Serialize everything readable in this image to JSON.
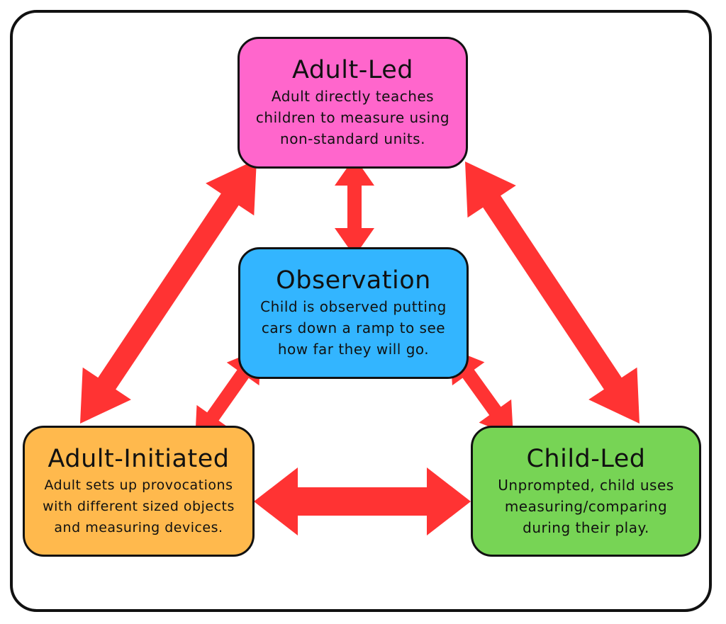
{
  "colors": {
    "arrow": "#ff3333",
    "adult_led": "#ff66cc",
    "observation": "#33b5ff",
    "adult_initiated": "#ffb94d",
    "child_led": "#77d455",
    "border": "#111111"
  },
  "nodes": {
    "adult_led": {
      "title": "Adult-Led",
      "text": "Adult directly teaches\nchildren to measure using\nnon-standard units."
    },
    "observation": {
      "title": "Observation",
      "text": "Child is observed putting\ncars down a ramp to see\nhow far they will go."
    },
    "adult_initiated": {
      "title": "Adult-Initiated",
      "text": "Adult sets up provocations\nwith different sized objects\nand measuring devices."
    },
    "child_led": {
      "title": "Child-Led",
      "text": "Unprompted, child uses\nmeasuring/comparing\nduring their play."
    }
  },
  "connections": [
    {
      "from": "adult_led",
      "to": "observation",
      "type": "double-arrow"
    },
    {
      "from": "adult_led",
      "to": "adult_initiated",
      "type": "double-arrow"
    },
    {
      "from": "adult_led",
      "to": "child_led",
      "type": "double-arrow"
    },
    {
      "from": "observation",
      "to": "adult_initiated",
      "type": "double-arrow"
    },
    {
      "from": "observation",
      "to": "child_led",
      "type": "double-arrow"
    },
    {
      "from": "adult_initiated",
      "to": "child_led",
      "type": "double-arrow"
    }
  ]
}
